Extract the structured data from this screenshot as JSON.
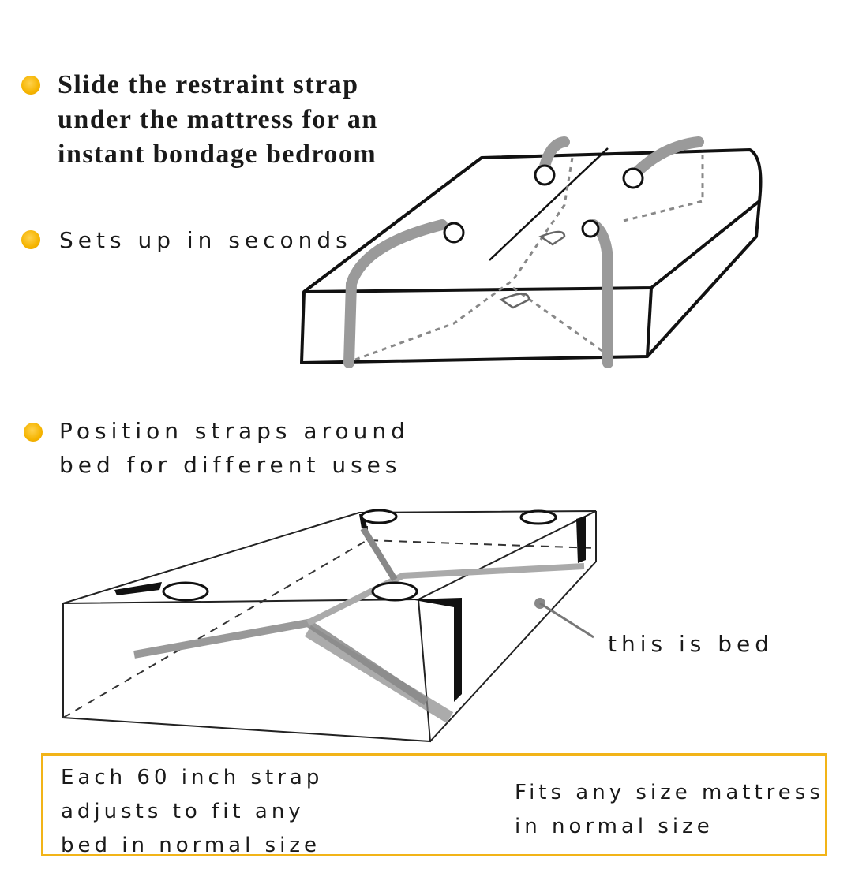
{
  "features": {
    "slide": {
      "lines": [
        "Slide the restraint strap",
        "under the mattress for an",
        "instant bondage bedroom"
      ]
    },
    "setup": {
      "lines": [
        "Sets up in seconds"
      ]
    },
    "position": {
      "lines": [
        "Position straps around",
        "bed for different uses"
      ]
    }
  },
  "callout": {
    "label": "this is bed"
  },
  "info_box": {
    "left_lines": [
      "Each 60 inch strap",
      "adjusts to fit any",
      "bed in normal size"
    ],
    "right_lines": [
      "Fits any size mattress",
      "in normal size"
    ]
  },
  "colors": {
    "bullet": "#f5b400",
    "box_border": "#f2b418",
    "strap": "#9a9a9a"
  },
  "icons": {
    "bullet": "orange-dot-icon"
  }
}
